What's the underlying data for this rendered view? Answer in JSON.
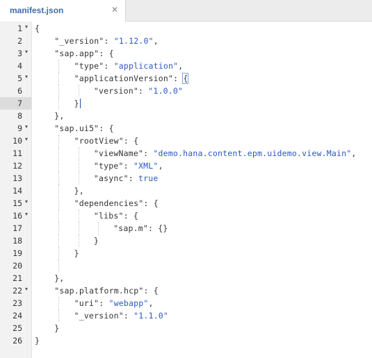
{
  "tab": {
    "title": "manifest.json",
    "close_icon": "close-icon"
  },
  "editor": {
    "active_line": 7,
    "lines": [
      {
        "num": "1",
        "fold": true,
        "indent": 0,
        "text": [
          [
            "k",
            "{"
          ]
        ]
      },
      {
        "num": "2",
        "fold": false,
        "indent": 1,
        "text": [
          [
            "k",
            "\"_version\": "
          ],
          [
            "s",
            "\"1.12.0\""
          ],
          [
            "k",
            ","
          ]
        ]
      },
      {
        "num": "3",
        "fold": true,
        "indent": 1,
        "text": [
          [
            "k",
            "\"sap.app\": {"
          ]
        ]
      },
      {
        "num": "4",
        "fold": false,
        "indent": 2,
        "text": [
          [
            "k",
            "\"type\": "
          ],
          [
            "s",
            "\"application\""
          ],
          [
            "k",
            ","
          ]
        ]
      },
      {
        "num": "5",
        "fold": true,
        "indent": 2,
        "text": [
          [
            "k",
            "\"applicationVersion\": "
          ],
          [
            "m",
            "{"
          ]
        ]
      },
      {
        "num": "6",
        "fold": false,
        "indent": 3,
        "text": [
          [
            "k",
            "\"version\": "
          ],
          [
            "s",
            "\"1.0.0\""
          ]
        ]
      },
      {
        "num": "7",
        "fold": false,
        "indent": 2,
        "text": [
          [
            "k",
            "}"
          ]
        ]
      },
      {
        "num": "8",
        "fold": false,
        "indent": 1,
        "text": [
          [
            "k",
            "},"
          ]
        ]
      },
      {
        "num": "9",
        "fold": true,
        "indent": 1,
        "text": [
          [
            "k",
            "\"sap.ui5\": {"
          ]
        ]
      },
      {
        "num": "10",
        "fold": true,
        "indent": 2,
        "text": [
          [
            "k",
            "\"rootView\": {"
          ]
        ]
      },
      {
        "num": "11",
        "fold": false,
        "indent": 3,
        "text": [
          [
            "k",
            "\"viewName\": "
          ],
          [
            "s",
            "\"demo.hana.content.epm.uidemo.view.Main\""
          ],
          [
            "k",
            ","
          ]
        ]
      },
      {
        "num": "12",
        "fold": false,
        "indent": 3,
        "text": [
          [
            "k",
            "\"type\": "
          ],
          [
            "s",
            "\"XML\""
          ],
          [
            "k",
            ","
          ]
        ]
      },
      {
        "num": "13",
        "fold": false,
        "indent": 3,
        "text": [
          [
            "k",
            "\"async\": "
          ],
          [
            "b",
            "true"
          ]
        ]
      },
      {
        "num": "14",
        "fold": false,
        "indent": 2,
        "text": [
          [
            "k",
            "},"
          ]
        ]
      },
      {
        "num": "15",
        "fold": true,
        "indent": 2,
        "text": [
          [
            "k",
            "\"dependencies\": {"
          ]
        ]
      },
      {
        "num": "16",
        "fold": true,
        "indent": 3,
        "text": [
          [
            "k",
            "\"libs\": {"
          ]
        ]
      },
      {
        "num": "17",
        "fold": false,
        "indent": 4,
        "text": [
          [
            "k",
            "\"sap.m\": {}"
          ]
        ]
      },
      {
        "num": "18",
        "fold": false,
        "indent": 3,
        "text": [
          [
            "k",
            "}"
          ]
        ]
      },
      {
        "num": "19",
        "fold": false,
        "indent": 2,
        "text": [
          [
            "k",
            "}"
          ]
        ]
      },
      {
        "num": "20",
        "fold": false,
        "indent": 2,
        "text": []
      },
      {
        "num": "21",
        "fold": false,
        "indent": 1,
        "text": [
          [
            "k",
            "},"
          ]
        ]
      },
      {
        "num": "22",
        "fold": true,
        "indent": 1,
        "text": [
          [
            "k",
            "\"sap.platform.hcp\": {"
          ]
        ]
      },
      {
        "num": "23",
        "fold": false,
        "indent": 2,
        "text": [
          [
            "k",
            "\"uri\": "
          ],
          [
            "s",
            "\"webapp\""
          ],
          [
            "k",
            ","
          ]
        ]
      },
      {
        "num": "24",
        "fold": false,
        "indent": 2,
        "text": [
          [
            "k",
            "\"_version\": "
          ],
          [
            "s",
            "\"1.1.0\""
          ]
        ]
      },
      {
        "num": "25",
        "fold": false,
        "indent": 1,
        "text": [
          [
            "k",
            "}"
          ]
        ]
      },
      {
        "num": "26",
        "fold": false,
        "indent": 0,
        "text": [
          [
            "k",
            "}"
          ]
        ]
      }
    ]
  },
  "colors": {
    "string": "#2a56c6",
    "text": "#333333",
    "tab_title": "#3f6ea8"
  }
}
